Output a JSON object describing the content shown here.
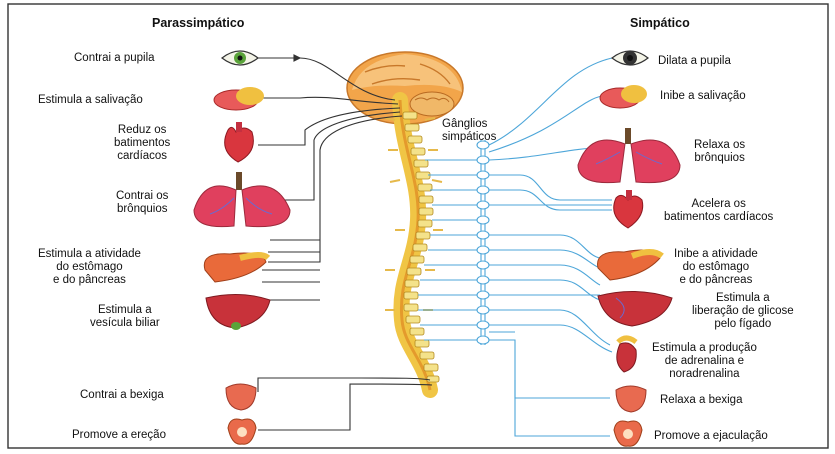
{
  "headers": {
    "left": "Parassimpático",
    "right": "Simpático",
    "ganglia": [
      "Gânglios",
      "simpáticos"
    ]
  },
  "left_labels": [
    [
      "Contrai a pupila"
    ],
    [
      "Estimula a salivação"
    ],
    [
      "Reduz os",
      "batimentos",
      "cardíacos"
    ],
    [
      "Contrai os",
      "brônquios"
    ],
    [
      "Estimula a atividade",
      "do estômago",
      "e do pâncreas"
    ],
    [
      "Estimula a",
      "vesícula biliar"
    ],
    [
      "Contrai a bexiga"
    ],
    [
      "Promove a ereção"
    ]
  ],
  "right_labels": [
    [
      "Dilata a pupila"
    ],
    [
      "Inibe a salivação"
    ],
    [
      "Relaxa os",
      "brônquios"
    ],
    [
      "Acelera os",
      "batimentos cardíacos"
    ],
    [
      "Inibe a atividade",
      "do estômago",
      "e do pâncreas"
    ],
    [
      "Estimula a",
      "liberação de glicose",
      "pelo fígado"
    ],
    [
      "Estimula a produção",
      "de adrenalina e",
      "noradrenalina"
    ],
    [
      "Relaxa a bexiga"
    ],
    [
      "Promove a ejaculação"
    ]
  ],
  "colors": {
    "parasympathetic_line": "#333333",
    "sympathetic_line": "#4da6d9",
    "organ_red": "#d9363e",
    "liver": "#c8323a",
    "brain": "#f2a54a",
    "spine": "#f0c545",
    "vertebra": "#f4e28a",
    "border": "#333333"
  }
}
